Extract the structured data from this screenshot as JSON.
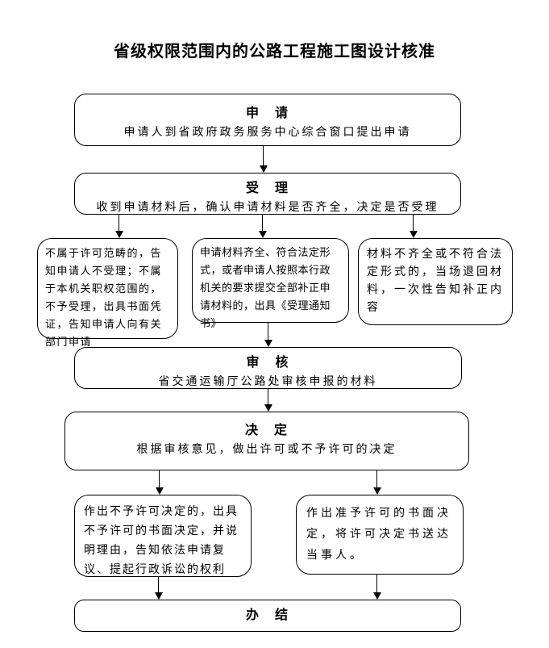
{
  "title": "省级权限范围内的公路工程施工图设计核准",
  "nodes": {
    "apply": {
      "header": "申　请",
      "body": "申请人到省政府政务服务中心综合窗口提出申请"
    },
    "accept": {
      "header": "受　理",
      "body": "收到申请材料后，确认申请材料是否齐全，决定是否受理"
    },
    "branch_left": {
      "body": "不属于许可范畴的，告知申请人不受理；不属于本机关职权范围的，不予受理，出具书面凭证，告知申请人向有关部门申请"
    },
    "branch_middle": {
      "body": "申请材料齐全、符合法定形式，或者申请人按照本行政机关的要求提交全部补正申请材料的，出具《受理通知书》"
    },
    "branch_right": {
      "body": "材料不齐全或不符合法定形式的，当场退回材料，一次性告知补正内容"
    },
    "review": {
      "header": "审　核",
      "body": "省交通运输厅公路处审核申报的材料"
    },
    "decide": {
      "header": "决　定",
      "body": "根据审核意见，做出许可或不予许可的决定"
    },
    "deny": {
      "body": "作出不予许可决定的，出具不予许可的书面决定，并说明理由，告知依法申请复议、提起行政诉讼的权利"
    },
    "grant": {
      "body": "作出准予许可的书面决定，将许可决定书送达当事人。"
    },
    "finish": {
      "header": "办　结"
    }
  },
  "colors": {
    "line": "#000000",
    "background": "#ffffff",
    "text": "#000000"
  }
}
